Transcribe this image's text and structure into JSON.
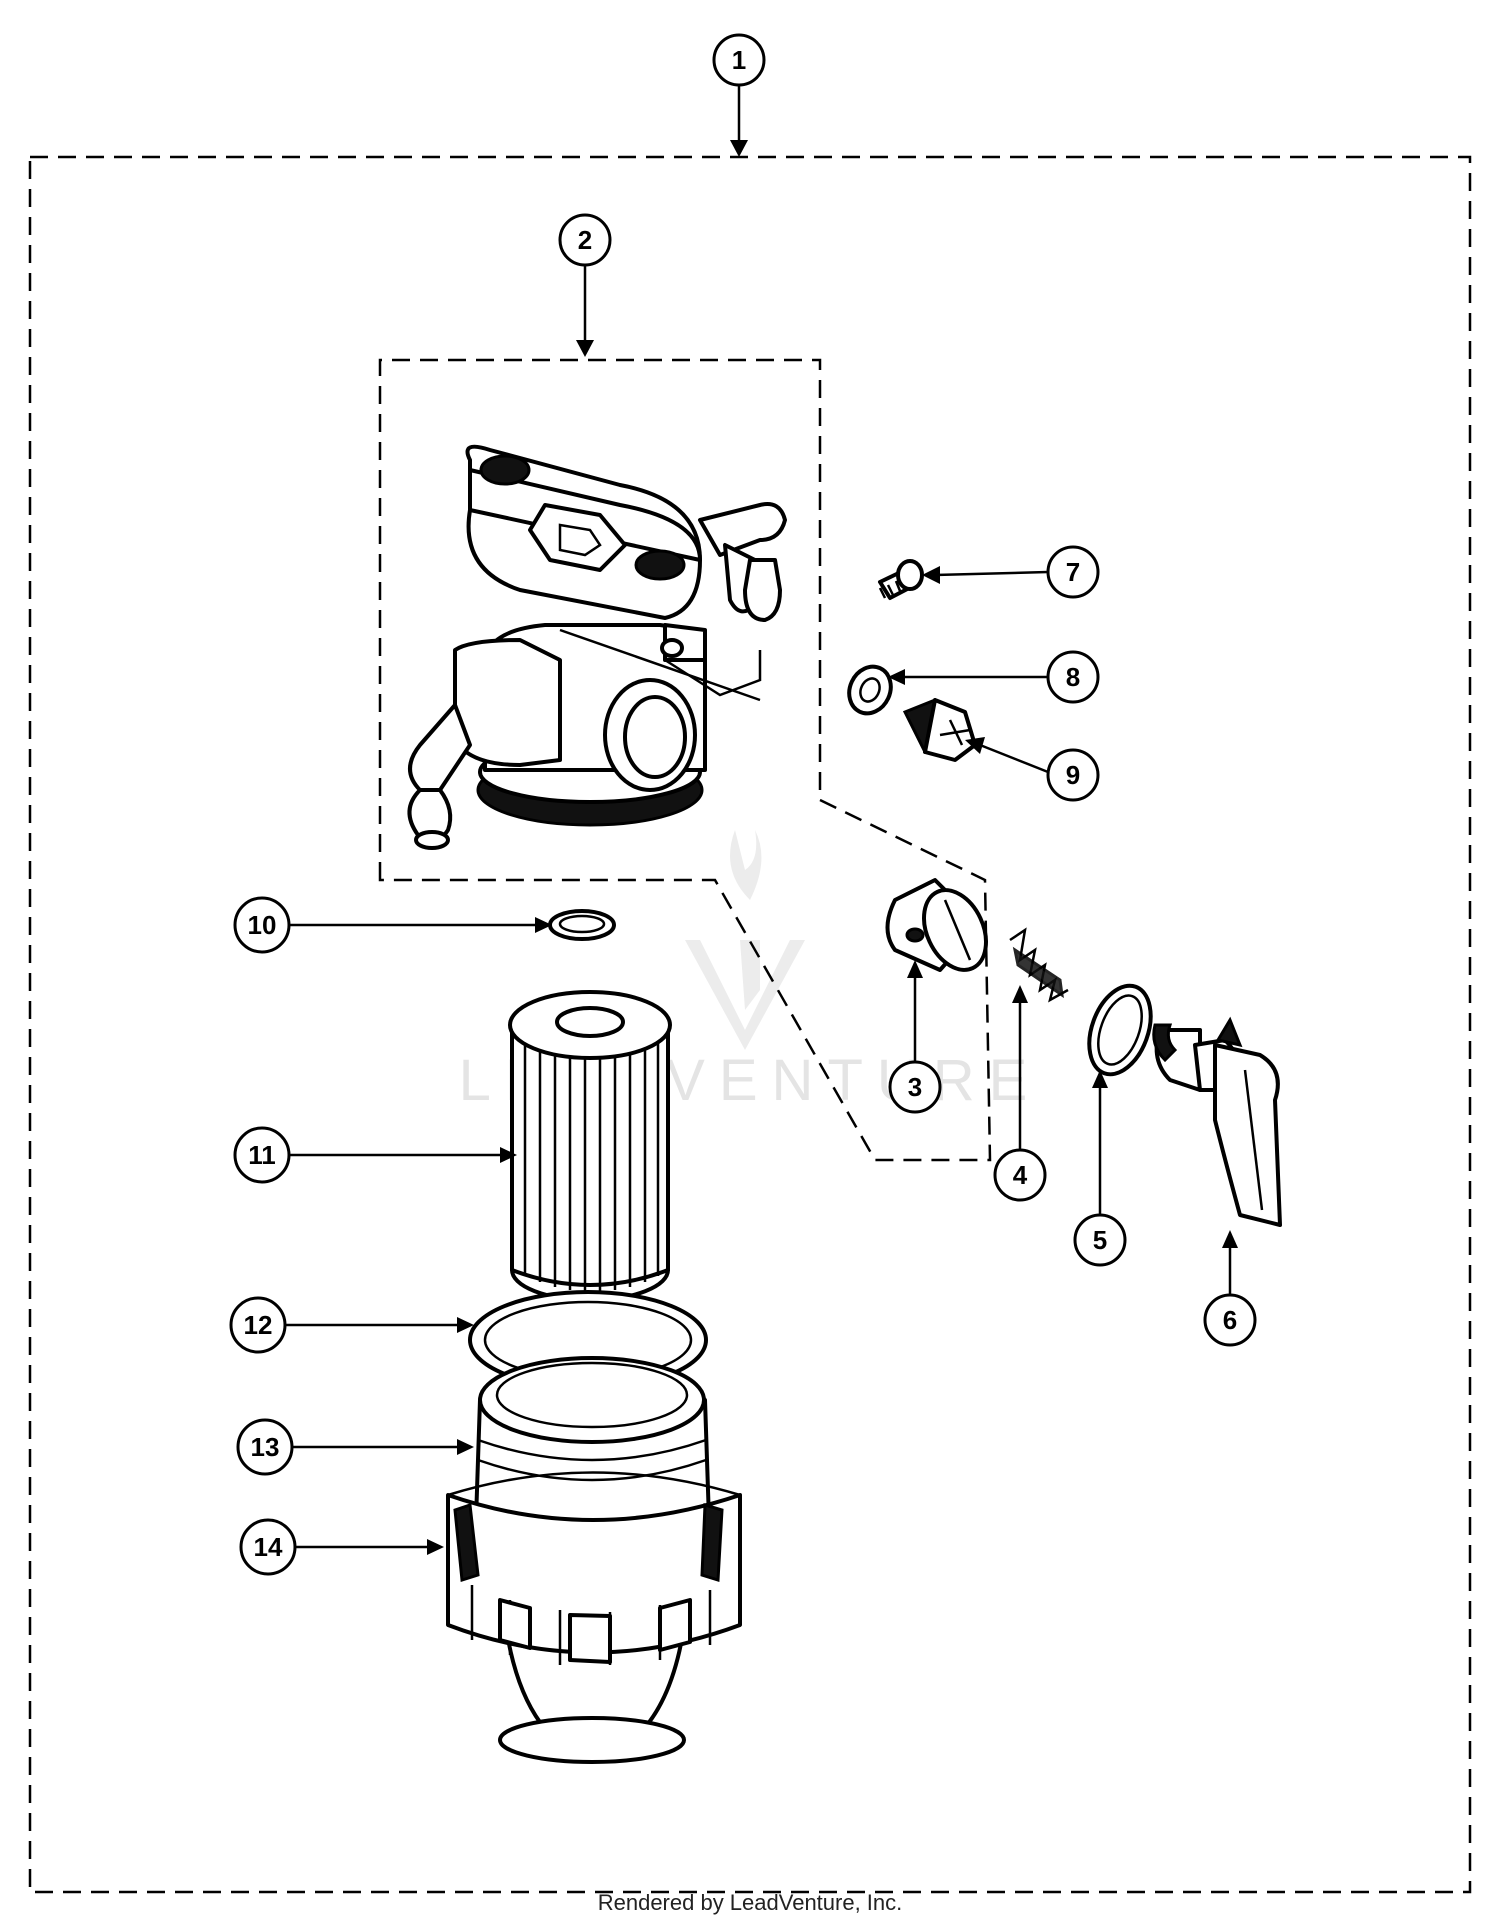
{
  "callouts": [
    {
      "label": "1"
    },
    {
      "label": "2"
    },
    {
      "label": "3"
    },
    {
      "label": "4"
    },
    {
      "label": "5"
    },
    {
      "label": "6"
    },
    {
      "label": "7"
    },
    {
      "label": "8"
    },
    {
      "label": "9"
    },
    {
      "label": "10"
    },
    {
      "label": "11"
    },
    {
      "label": "12"
    },
    {
      "label": "13"
    },
    {
      "label": "14"
    }
  ],
  "watermark": "LEADVENTURE",
  "footer": "Rendered by LeadVenture, Inc."
}
